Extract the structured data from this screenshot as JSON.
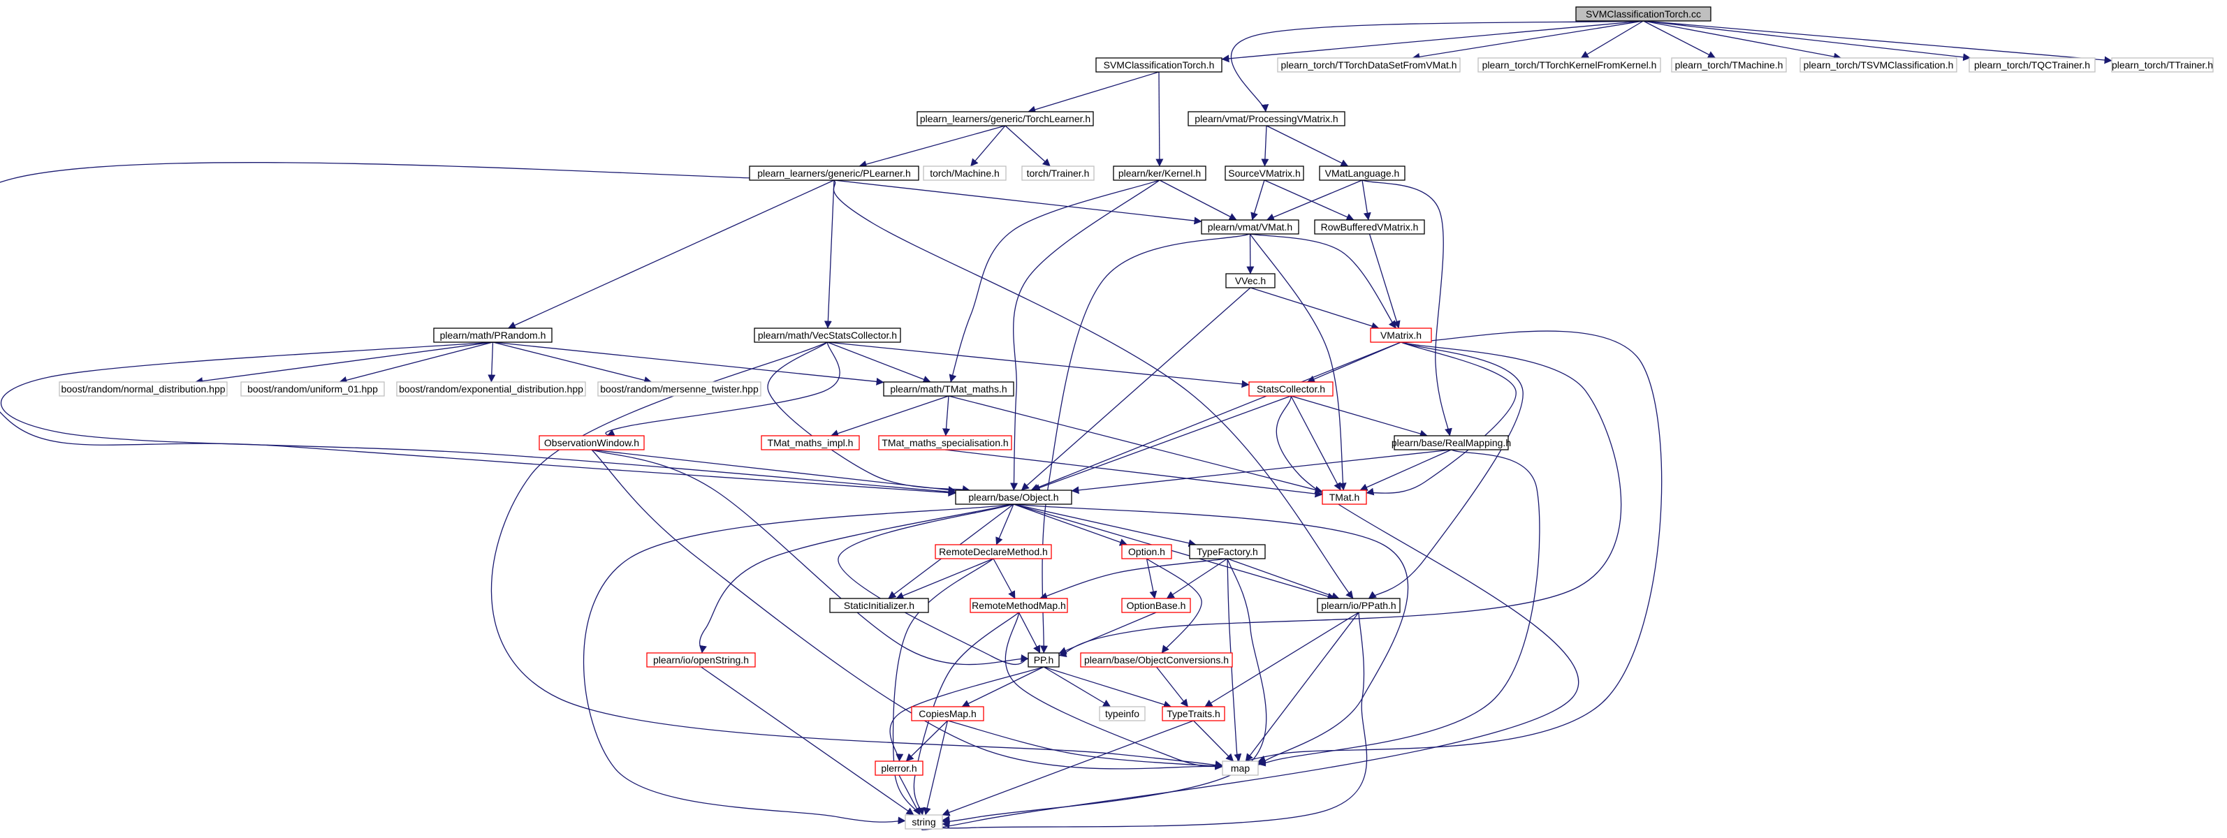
{
  "diagram": {
    "title": "SVMClassificationTorch.cc",
    "colors": {
      "edge": "#191970",
      "border_documented": "#000000",
      "border_undocumented_node": "#ff0000",
      "border_external": "#bfbfbf",
      "root_fill": "#bfbfbf",
      "node_fill": "#ffffff"
    },
    "nodes": [
      {
        "id": "root",
        "label": "SVMClassificationTorch.cc",
        "kind": "root"
      },
      {
        "id": "svmh",
        "label": "SVMClassificationTorch.h",
        "kind": "doc"
      },
      {
        "id": "ttds",
        "label": "plearn_torch/TTorchDataSetFromVMat.h",
        "kind": "ext"
      },
      {
        "id": "ttkf",
        "label": "plearn_torch/TTorchKernelFromKernel.h",
        "kind": "ext"
      },
      {
        "id": "tmach",
        "label": "plearn_torch/TMachine.h",
        "kind": "ext"
      },
      {
        "id": "tsvm",
        "label": "plearn_torch/TSVMClassification.h",
        "kind": "ext"
      },
      {
        "id": "tqc",
        "label": "plearn_torch/TQCTrainer.h",
        "kind": "ext"
      },
      {
        "id": "ttrain",
        "label": "plearn_torch/TTrainer.h",
        "kind": "ext"
      },
      {
        "id": "tl",
        "label": "plearn_learners/generic/TorchLearner.h",
        "kind": "doc"
      },
      {
        "id": "pvm",
        "label": "plearn/vmat/ProcessingVMatrix.h",
        "kind": "doc"
      },
      {
        "id": "pl",
        "label": "plearn_learners/generic/PLearner.h",
        "kind": "doc"
      },
      {
        "id": "tm",
        "label": "torch/Machine.h",
        "kind": "ext"
      },
      {
        "id": "tt",
        "label": "torch/Trainer.h",
        "kind": "ext"
      },
      {
        "id": "kern",
        "label": "plearn/ker/Kernel.h",
        "kind": "doc"
      },
      {
        "id": "svmx",
        "label": "SourceVMatrix.h",
        "kind": "doc"
      },
      {
        "id": "vml",
        "label": "VMatLanguage.h",
        "kind": "doc"
      },
      {
        "id": "vmat",
        "label": "plearn/vmat/VMat.h",
        "kind": "doc"
      },
      {
        "id": "rbvm",
        "label": "RowBufferedVMatrix.h",
        "kind": "doc"
      },
      {
        "id": "vvec",
        "label": "VVec.h",
        "kind": "doc"
      },
      {
        "id": "prand",
        "label": "plearn/math/PRandom.h",
        "kind": "doc"
      },
      {
        "id": "vsc",
        "label": "plearn/math/VecStatsCollector.h",
        "kind": "doc"
      },
      {
        "id": "vmx",
        "label": "VMatrix.h",
        "kind": "red"
      },
      {
        "id": "bnd",
        "label": "boost/random/normal_distribution.hpp",
        "kind": "ext"
      },
      {
        "id": "bu01",
        "label": "boost/random/uniform_01.hpp",
        "kind": "ext"
      },
      {
        "id": "bexp",
        "label": "boost/random/exponential_distribution.hpp",
        "kind": "ext"
      },
      {
        "id": "bmt",
        "label": "boost/random/mersenne_twister.hpp",
        "kind": "ext"
      },
      {
        "id": "tmm",
        "label": "plearn/math/TMat_maths.h",
        "kind": "doc"
      },
      {
        "id": "sc",
        "label": "StatsCollector.h",
        "kind": "red"
      },
      {
        "id": "ow",
        "label": "ObservationWindow.h",
        "kind": "red"
      },
      {
        "id": "tmi",
        "label": "TMat_maths_impl.h",
        "kind": "red"
      },
      {
        "id": "tms",
        "label": "TMat_maths_specialisation.h",
        "kind": "red"
      },
      {
        "id": "rm",
        "label": "plearn/base/RealMapping.h",
        "kind": "doc"
      },
      {
        "id": "obj",
        "label": "plearn/base/Object.h",
        "kind": "doc"
      },
      {
        "id": "tmat",
        "label": "TMat.h",
        "kind": "red"
      },
      {
        "id": "rdm",
        "label": "RemoteDeclareMethod.h",
        "kind": "red"
      },
      {
        "id": "opt",
        "label": "Option.h",
        "kind": "red"
      },
      {
        "id": "tf",
        "label": "TypeFactory.h",
        "kind": "doc"
      },
      {
        "id": "si",
        "label": "StaticInitializer.h",
        "kind": "doc"
      },
      {
        "id": "rmm",
        "label": "RemoteMethodMap.h",
        "kind": "red"
      },
      {
        "id": "ob",
        "label": "OptionBase.h",
        "kind": "red"
      },
      {
        "id": "ppath",
        "label": "plearn/io/PPath.h",
        "kind": "doc"
      },
      {
        "id": "os",
        "label": "plearn/io/openString.h",
        "kind": "red"
      },
      {
        "id": "pp",
        "label": "PP.h",
        "kind": "doc"
      },
      {
        "id": "oc",
        "label": "plearn/base/ObjectConversions.h",
        "kind": "red"
      },
      {
        "id": "cm",
        "label": "CopiesMap.h",
        "kind": "red"
      },
      {
        "id": "ti",
        "label": "typeinfo",
        "kind": "ext"
      },
      {
        "id": "tt2",
        "label": "TypeTraits.h",
        "kind": "red"
      },
      {
        "id": "pe",
        "label": "plerror.h",
        "kind": "red"
      },
      {
        "id": "map",
        "label": "map",
        "kind": "ext"
      },
      {
        "id": "str",
        "label": "string",
        "kind": "ext"
      }
    ],
    "edges": [
      [
        "root",
        "svmh"
      ],
      [
        "root",
        "ttds"
      ],
      [
        "root",
        "ttkf"
      ],
      [
        "root",
        "tmach"
      ],
      [
        "root",
        "tsvm"
      ],
      [
        "root",
        "tqc"
      ],
      [
        "root",
        "ttrain"
      ],
      [
        "root",
        "pvm"
      ],
      [
        "svmh",
        "tl"
      ],
      [
        "svmh",
        "kern"
      ],
      [
        "tl",
        "pl"
      ],
      [
        "tl",
        "tm"
      ],
      [
        "tl",
        "tt"
      ],
      [
        "pl",
        "prand"
      ],
      [
        "pl",
        "vsc"
      ],
      [
        "pl",
        "vmat"
      ],
      [
        "pl",
        "obj"
      ],
      [
        "pl",
        "ppath"
      ],
      [
        "pvm",
        "svmx"
      ],
      [
        "pvm",
        "vml"
      ],
      [
        "kern",
        "vmat"
      ],
      [
        "kern",
        "tmm"
      ],
      [
        "kern",
        "obj"
      ],
      [
        "svmx",
        "vmat"
      ],
      [
        "svmx",
        "rbvm"
      ],
      [
        "vml",
        "vmat"
      ],
      [
        "vml",
        "rbvm"
      ],
      [
        "vml",
        "rm"
      ],
      [
        "vmat",
        "vvec"
      ],
      [
        "vmat",
        "vmx"
      ],
      [
        "vmat",
        "tmat"
      ],
      [
        "vmat",
        "pp"
      ],
      [
        "rbvm",
        "vmx"
      ],
      [
        "vvec",
        "vmx"
      ],
      [
        "vvec",
        "obj"
      ],
      [
        "prand",
        "bnd"
      ],
      [
        "prand",
        "bu01"
      ],
      [
        "prand",
        "bexp"
      ],
      [
        "prand",
        "bmt"
      ],
      [
        "prand",
        "tmm"
      ],
      [
        "prand",
        "obj"
      ],
      [
        "vsc",
        "sc"
      ],
      [
        "vsc",
        "tmm"
      ],
      [
        "vsc",
        "ow"
      ],
      [
        "vsc",
        "obj"
      ],
      [
        "vsc",
        "map"
      ],
      [
        "vmx",
        "sc"
      ],
      [
        "vmx",
        "obj"
      ],
      [
        "vmx",
        "tmat"
      ],
      [
        "vmx",
        "ppath"
      ],
      [
        "vmx",
        "pp"
      ],
      [
        "vmx",
        "map"
      ],
      [
        "tmm",
        "tmi"
      ],
      [
        "tmm",
        "tms"
      ],
      [
        "tmm",
        "tmat"
      ],
      [
        "tms",
        "tmat"
      ],
      [
        "sc",
        "rm"
      ],
      [
        "sc",
        "obj"
      ],
      [
        "sc",
        "tmat"
      ],
      [
        "sc",
        "str"
      ],
      [
        "ow",
        "obj"
      ],
      [
        "ow",
        "pp"
      ],
      [
        "ow",
        "map"
      ],
      [
        "rm",
        "obj"
      ],
      [
        "rm",
        "tmat"
      ],
      [
        "rm",
        "map"
      ],
      [
        "obj",
        "rdm"
      ],
      [
        "obj",
        "opt"
      ],
      [
        "obj",
        "tf"
      ],
      [
        "obj",
        "si"
      ],
      [
        "obj",
        "ppath"
      ],
      [
        "obj",
        "os"
      ],
      [
        "obj",
        "pp"
      ],
      [
        "obj",
        "map"
      ],
      [
        "obj",
        "str"
      ],
      [
        "rdm",
        "si"
      ],
      [
        "rdm",
        "rmm"
      ],
      [
        "rdm",
        "str"
      ],
      [
        "opt",
        "ob"
      ],
      [
        "opt",
        "oc"
      ],
      [
        "tf",
        "ob"
      ],
      [
        "tf",
        "rmm"
      ],
      [
        "tf",
        "ppath"
      ],
      [
        "tf",
        "map"
      ],
      [
        "tf",
        "str"
      ],
      [
        "rmm",
        "pp"
      ],
      [
        "rmm",
        "map"
      ],
      [
        "rmm",
        "str"
      ],
      [
        "ob",
        "pp"
      ],
      [
        "ppath",
        "tt2"
      ],
      [
        "ppath",
        "map"
      ],
      [
        "ppath",
        "str"
      ],
      [
        "os",
        "str"
      ],
      [
        "pp",
        "cm"
      ],
      [
        "pp",
        "ti"
      ],
      [
        "pp",
        "tt2"
      ],
      [
        "pp",
        "pe"
      ],
      [
        "oc",
        "tt2"
      ],
      [
        "cm",
        "pe"
      ],
      [
        "cm",
        "map"
      ],
      [
        "cm",
        "str"
      ],
      [
        "tt2",
        "map"
      ],
      [
        "tt2",
        "str"
      ],
      [
        "pe",
        "str"
      ]
    ]
  }
}
